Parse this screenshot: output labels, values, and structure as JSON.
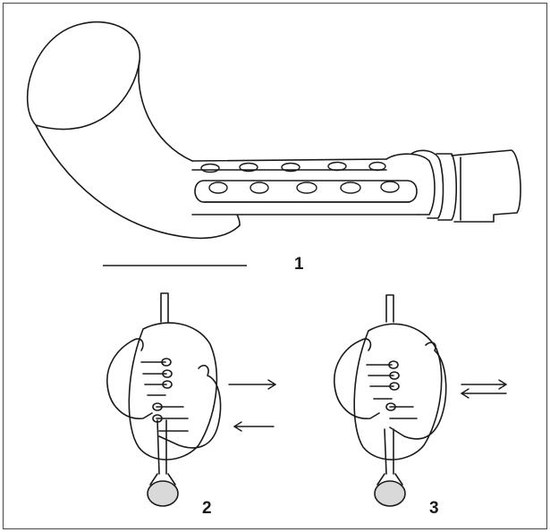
{
  "figure_labels": {
    "fig1": "1",
    "fig2": "2",
    "fig3": "3"
  },
  "colors": {
    "ink": "#1a1a1a",
    "background": "#ffffff",
    "bulb_fill": "#d9d9d9"
  }
}
